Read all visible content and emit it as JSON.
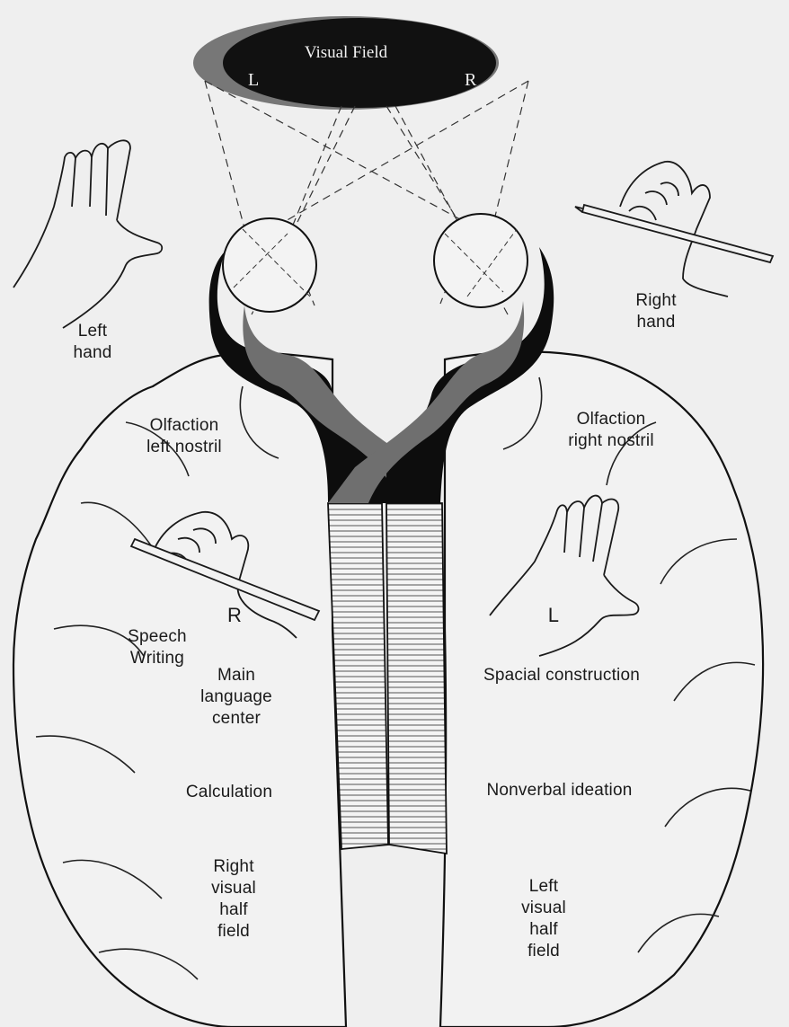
{
  "visual_field": {
    "title": "Visual Field",
    "left_mark": "L",
    "right_mark": "R"
  },
  "hands": {
    "left_hand": [
      "Left",
      "hand"
    ],
    "right_hand": [
      "Right",
      "hand"
    ],
    "inner_right_mark": "R",
    "inner_left_mark": "L"
  },
  "left_hemisphere": {
    "olfaction": [
      "Olfaction",
      "left nostril"
    ],
    "speech_writing": [
      "Speech",
      "Writing"
    ],
    "language": [
      "Main",
      "language",
      "center"
    ],
    "calculation": "Calculation",
    "visual": [
      "Right",
      "visual",
      "half",
      "field"
    ]
  },
  "right_hemisphere": {
    "olfaction": [
      "Olfaction",
      "right nostril"
    ],
    "spatial": "Spacial construction",
    "nonverbal": "Nonverbal ideation",
    "visual": [
      "Left",
      "visual",
      "half",
      "field"
    ]
  }
}
